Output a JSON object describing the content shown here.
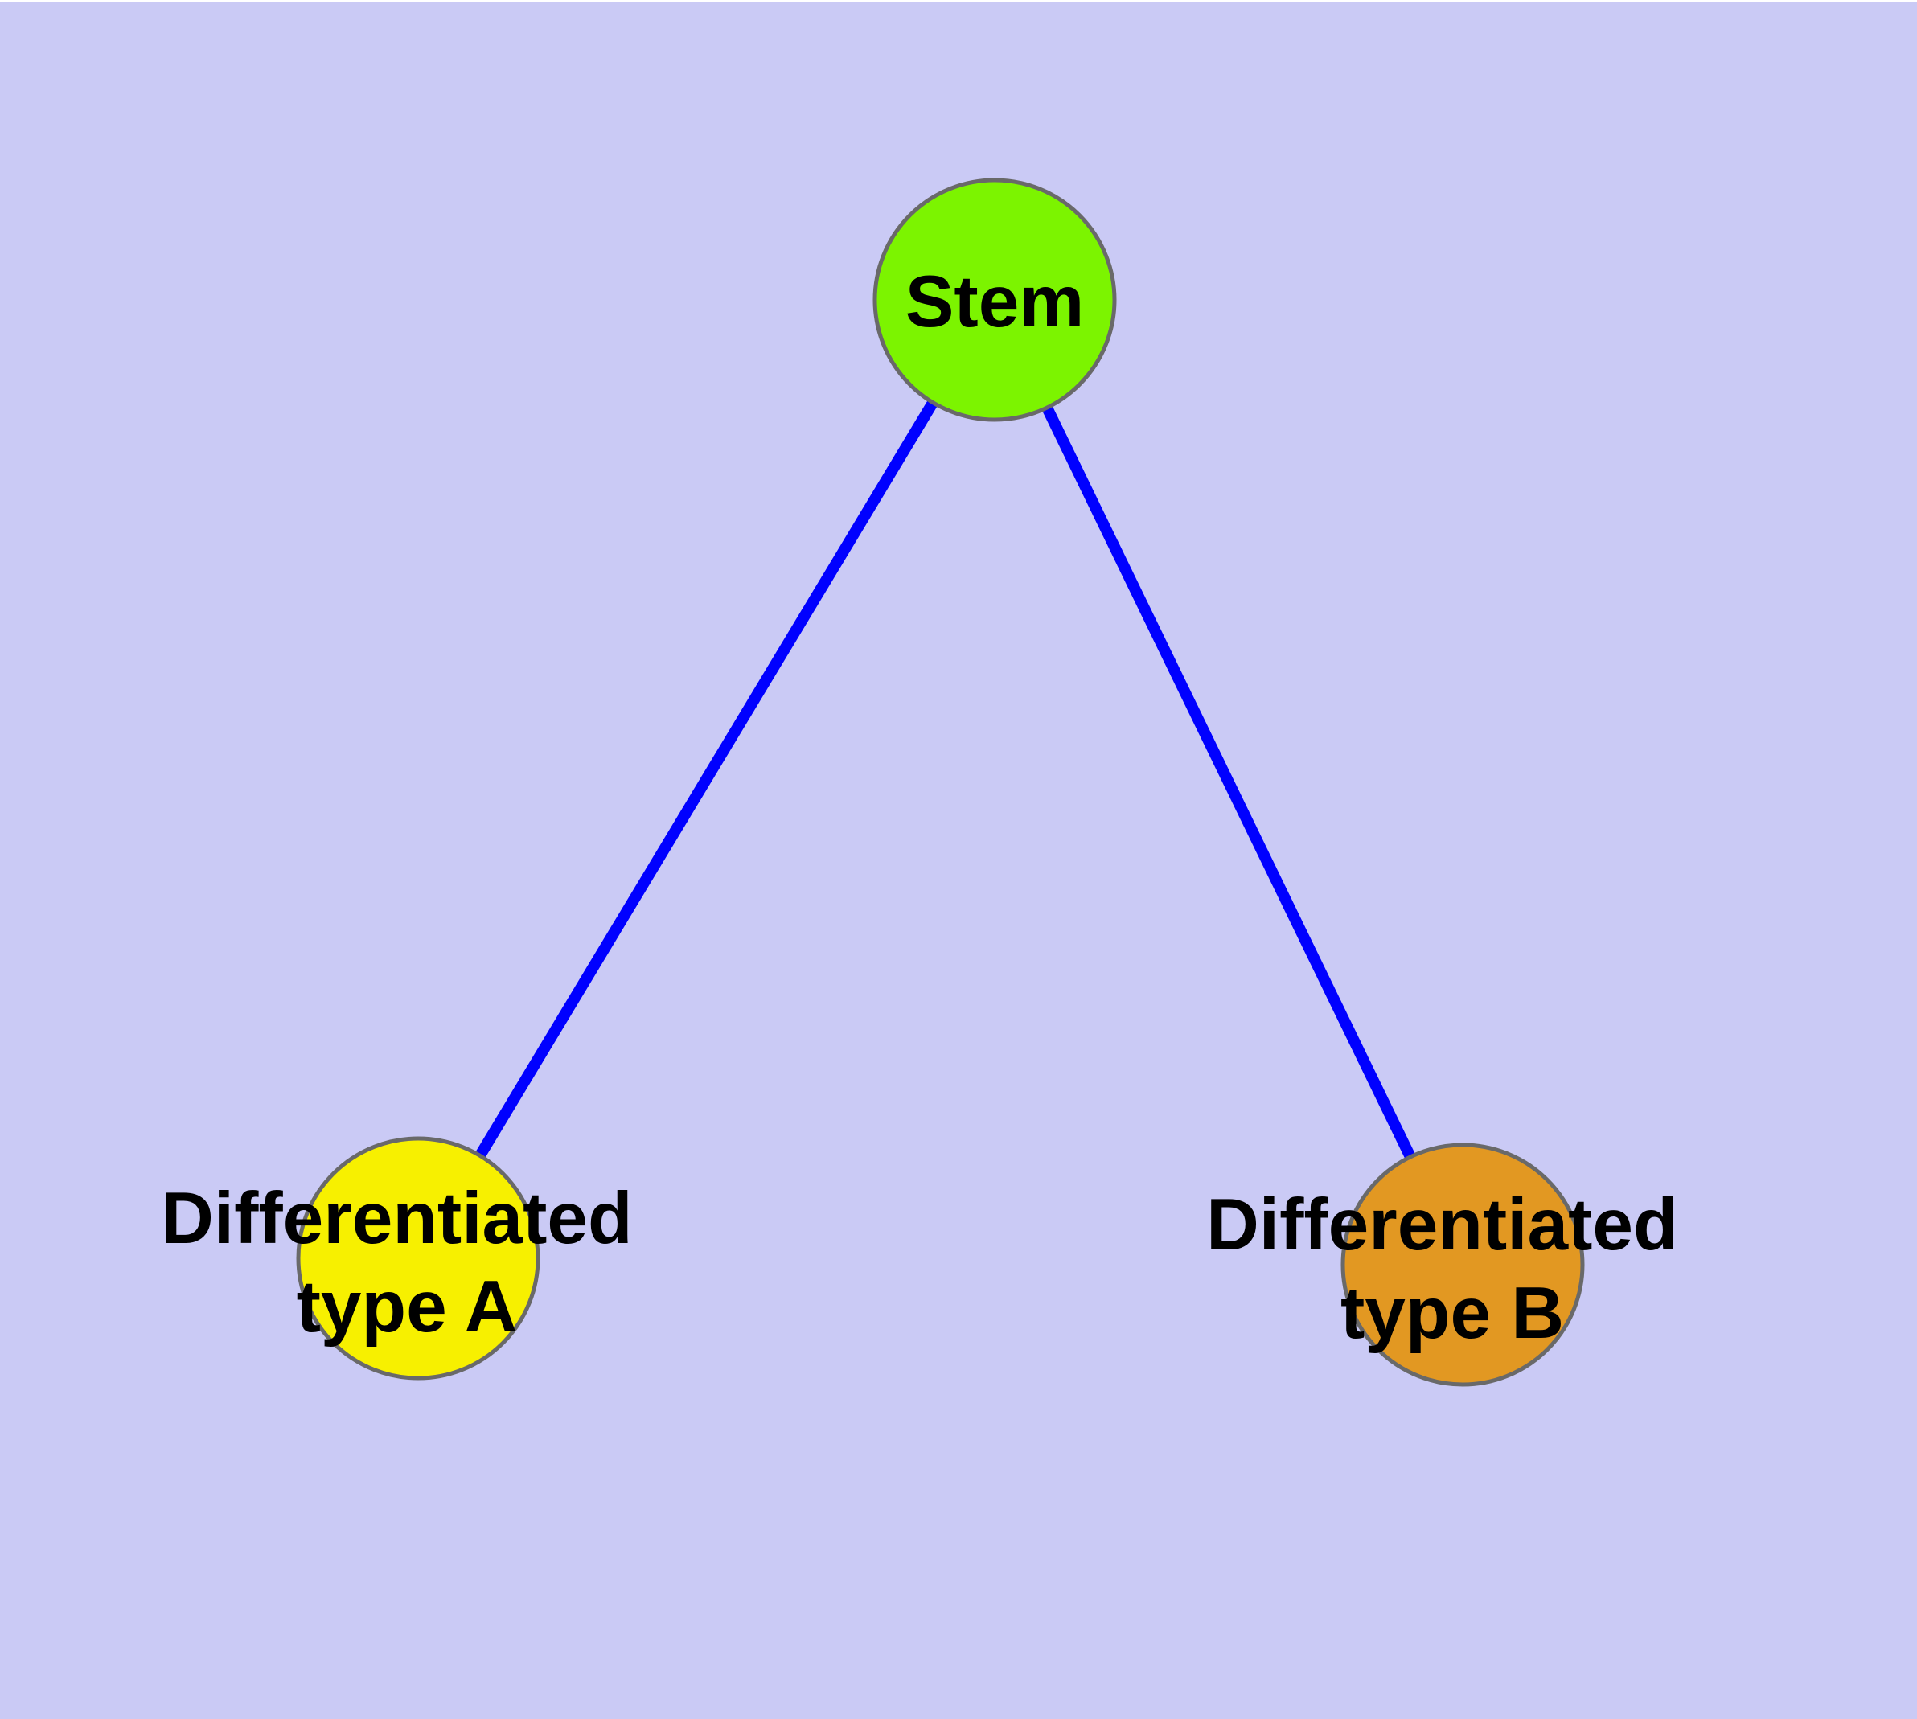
{
  "canvas": {
    "top_margin_color": "#FFFFFF",
    "background_color": "#CACAF5"
  },
  "style": {
    "node_border_color": "#696969",
    "edge_color": "#0000FF",
    "label_color": "#000000"
  },
  "graph": {
    "nodes": [
      {
        "id": "stem",
        "label": "Stem",
        "fill": "#7CF400"
      },
      {
        "id": "differentiated-type-a",
        "label_line1": "Differentiated",
        "label_line2": "type A",
        "fill": "#F7F000"
      },
      {
        "id": "differentiated-type-b",
        "label_line1": "Differentiated",
        "label_line2": "type B",
        "fill": "#E29822"
      }
    ],
    "edges": [
      {
        "from": "stem",
        "to": "differentiated-type-a"
      },
      {
        "from": "stem",
        "to": "differentiated-type-b"
      }
    ]
  }
}
